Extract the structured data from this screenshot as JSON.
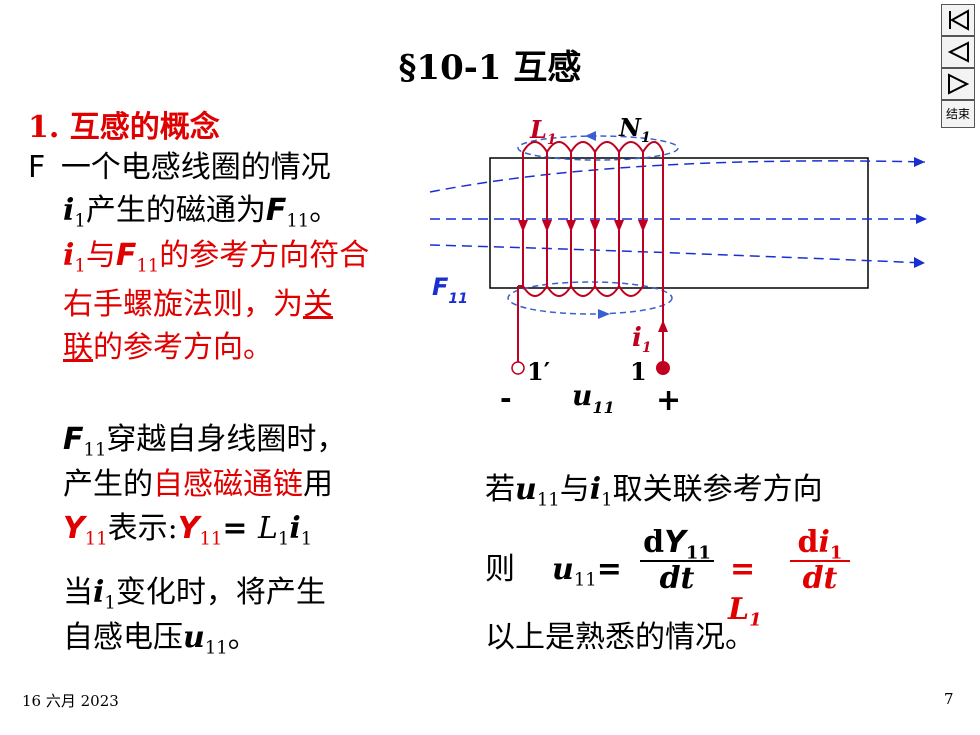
{
  "title": "§10-1 互感",
  "section_heading": "1. 互感的概念",
  "bullet_symbol": "F",
  "left": {
    "line1": "一个电感线圈的情况",
    "i1_flux": {
      "var": "i",
      "sub": "1",
      "text": "产生的磁通为",
      "phi": "F",
      "phi_sub": "11",
      "end": "。"
    },
    "red_par": {
      "l1_var": "i",
      "l1_sub": "1",
      "l1_a": "与",
      "l1_phi": "F",
      "l1_phi_sub": "11",
      "l1_b": "的参考方向符合",
      "l2_a": "右手螺旋法则，为",
      "l2_b": "关",
      "l3_a": "联",
      "l3_b": "的参考方向。"
    },
    "phi_cross": {
      "phi": "F",
      "phi_sub": "11",
      "text": "穿越自身线圈时，"
    },
    "gen_line": {
      "a": "产生的",
      "b": "自感磁通链",
      "c": "用"
    },
    "psi_line": {
      "psi": "Y",
      "psi_sub": "11",
      "a": "表示:",
      "psi2": "Y",
      "psi2_sub": "11",
      "eq": "= ",
      "L": "L",
      "L_sub": "1",
      "i": "i",
      "i_sub": "1"
    },
    "when_line": {
      "a": "当",
      "i": "i",
      "i_sub": "1",
      "b": "变化时，将产生"
    },
    "volt_line": {
      "a": "自感电压",
      "u": "u",
      "u_sub": "11",
      "b": "。"
    }
  },
  "diagram": {
    "L_label": "L",
    "L_sub": "1",
    "N_label": "N",
    "N_sub": "1",
    "phi_label": "F",
    "phi_sub": "11",
    "i_label": "i",
    "i_sub": "1",
    "node_left": "1′",
    "node_right": "1",
    "minus": "-",
    "plus": "+",
    "u_label": "u",
    "u_sub": "11"
  },
  "right": {
    "cond": {
      "a": "若",
      "u": "u",
      "u_sub": "11",
      "b": "与",
      "i": "i",
      "i_sub": "1",
      "c": "取关联参考方向"
    },
    "then": "则",
    "eq_u": "u",
    "eq_u_sub": "11",
    "eq_sign": "=",
    "frac1_num_d": "d",
    "frac1_num_psi": "Y",
    "frac1_num_sub": "11",
    "frac1_den": "dt",
    "eq2": "=",
    "L": "L",
    "L_sub": "1",
    "frac2_num_d": "d",
    "frac2_num_i": "i",
    "frac2_num_sub": "1",
    "frac2_den": "dt",
    "familiar": "以上是熟悉的情况。"
  },
  "footer": {
    "date": "16 六月 2023",
    "page": "7"
  },
  "nav": {
    "end_label": "结束",
    "icons": [
      "first-slide-icon",
      "prev-slide-icon",
      "next-slide-icon"
    ]
  },
  "colors": {
    "red": "#e00000",
    "coil": "#c00020",
    "flux": "#1a2fd0",
    "dashed_loop": "#3a5fd0"
  }
}
